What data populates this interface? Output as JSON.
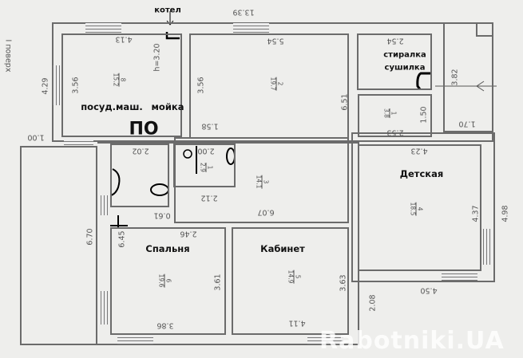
{
  "floor_label": "I поверх",
  "annotations": {
    "boiler": "котел",
    "dishwasher": "посуд.маш.",
    "sink": "мойка",
    "washer": "стиралка",
    "dryer": "сушилка",
    "dishwasher_mark": "ПО"
  },
  "rooms": {
    "bedroom": "Спальня",
    "study": "Кабинет",
    "nursery": "Детская"
  },
  "room_tags": {
    "kitchen": {
      "num": "8",
      "area": "15.2"
    },
    "living": {
      "num": "2",
      "area": "19.7"
    },
    "small": {
      "num": "1",
      "area": "3.8"
    },
    "hall": {
      "num": "3",
      "area": "14.1"
    },
    "nursery": {
      "num": "4",
      "area": "18.5"
    },
    "bedroom": {
      "num": "6",
      "area": "19.6"
    },
    "study": {
      "num": "5",
      "area": "14.9"
    },
    "bath": {
      "num": "1",
      "area": "2.9"
    }
  },
  "ceiling_height": "h=3.20",
  "dimensions": {
    "total_width": "13.39",
    "kitchen_width": "4.13",
    "kitchen_depth": "3.56",
    "left_wing": "4.29",
    "living_depth": "3.56",
    "living_width": "5.54",
    "living_gap": "1.58",
    "porch": "1.00",
    "laundry_width": "2.54",
    "entry_depth": "3.82",
    "mid_height": "6.51",
    "small_depth": "1.50",
    "small_width": "2.53",
    "entry_width": "1.70",
    "nursery_width": "4.23",
    "nursery_depth": "4.37",
    "right_total": "4.98",
    "corridor_width": "2.02",
    "bath_width": "2.00",
    "bath_bottom": "2.12",
    "niche": "0.61",
    "bedroom_door": "2.46",
    "hall_width": "6.07",
    "terrace": "6.70",
    "bedroom_height": "6.45",
    "bedroom_depth": "3.61",
    "bedroom_width": "3.86",
    "study_depth": "3.63",
    "nursery_bottom": "4.50",
    "step": "2.08",
    "study_width": "4.11"
  },
  "watermark": "Rabotniki.UA"
}
